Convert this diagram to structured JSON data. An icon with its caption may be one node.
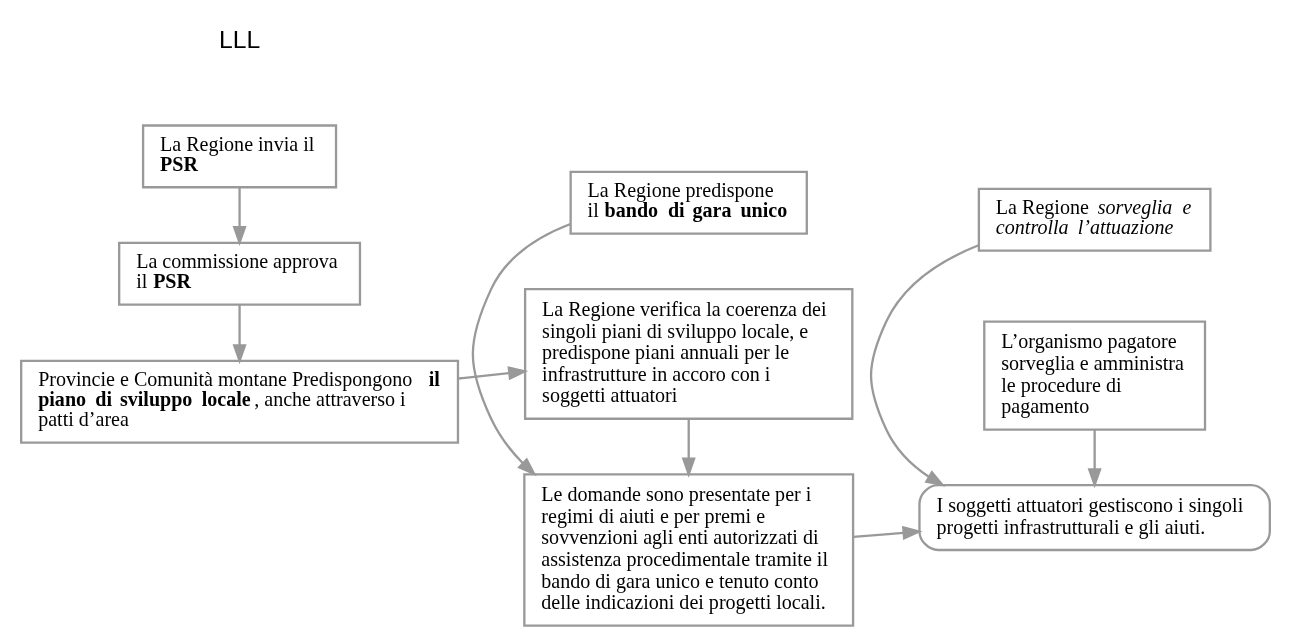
{
  "diagram": {
    "nodes": [
      {
        "text": [
          "La Regione invia il **PSR**"
        ]
      },
      {
        "text": [
          "La commissione approva il **PSR**"
        ]
      },
      {
        "text": [
          "Provincie e Comunità montane Predispongono **il piano di sviluppo locale**, anche attraverso i patti d’area"
        ]
      },
      {
        "text": [
          "La Regione predispone il **bando di gara unico**"
        ]
      },
      {
        "text": [
          "Le domande sono presentate per i regimi di aiuti e per premi e sovvenzioni agli enti autorizzati di assistenza procedimentale tramite il bando di gara unico e tenuto conto delle indicazioni dei progetti locali."
        ]
      },
      {
        "text": [
          "La Regione verifica la coerenza dei singoli piani di sviluppo locale, e predispone piani annuali per le infrastrutture in accoro con i soggetti attuatori"
        ]
      },
      {
        "text": [
          "La Regione *sorveglia e controlla l’attuazione*"
        ]
      },
      {
        "text": [
          "I soggetti attuatori gestiscono i singoli progetti infrastrutturali e gli aiuti."
        ]
      },
      {
        "text": [
          "L’organismo pagatore sorveglia e amministra le procedure di pagamento"
        ]
      }
    ],
    "edges": [
      {
        "from": 0,
        "to": 1,
        "arrow": "to"
      },
      {
        "from": 1,
        "to": 2,
        "arrow": "to"
      },
      {
        "from": 2,
        "to": 5,
        "arrow": "to"
      },
      {
        "from": 5,
        "to": 4,
        "arrow": "to"
      },
      {
        "from": 3,
        "to": 4,
        "arrow": "to"
      },
      {
        "from": 4,
        "to": 7,
        "arrow": "to"
      },
      {
        "from": 8,
        "to": 7,
        "arrow": "to"
      },
      {
        "from": 6,
        "to": 7,
        "arrow": "to"
      }
    ],
    "labels": [
      "LLL"
    ]
  }
}
